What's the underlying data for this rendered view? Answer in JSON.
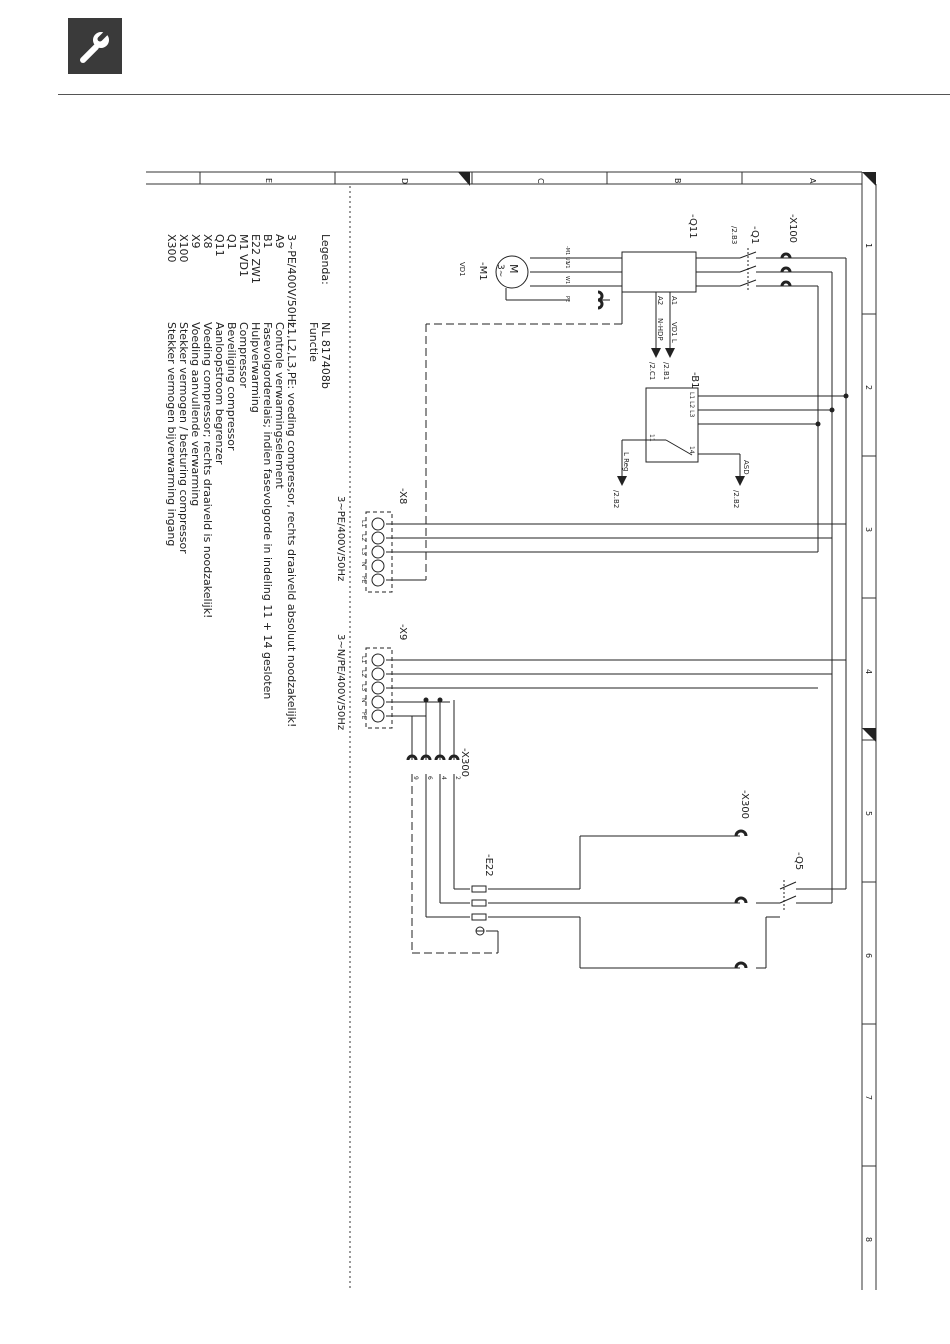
{
  "header": {
    "icon": "wrench-icon"
  },
  "frame": {
    "row_letters": [
      "A",
      "B",
      "C",
      "D",
      "E"
    ],
    "column_numbers": [
      "1",
      "2",
      "3",
      "4",
      "5",
      "6",
      "7",
      "8"
    ]
  },
  "labels": {
    "x100": "-X100",
    "q1": "-Q1",
    "q1_ref": "/2.B3",
    "q11": "-Q11",
    "m1": "-M1",
    "m1_vd": "VD1",
    "motor_m": "M",
    "motor_phase": "3~",
    "a1": "A1",
    "a2": "A2",
    "vd1l": "VD1 L",
    "nhdp": "N-HDP",
    "ref_2b1": "/2.B1",
    "ref_2c1": "/2.C1",
    "b1": "-B1",
    "b1_pins": "L1  L2  L3",
    "b1_pin11": "11",
    "b1_pin14": "14",
    "asd": "ASD",
    "ref_2b2": "/2.B2",
    "lreg": "L Reg",
    "ref_2b2b": "/2.B2",
    "x8": "-X8",
    "x8_supply": "3~PE/400V/50Hz",
    "x9": "-X9",
    "x9_supply": "3~N/PE/400V/50Hz",
    "x300a": "-X300",
    "x300a_pins": [
      "2",
      "4",
      "6",
      "9"
    ],
    "x300b": "-X300",
    "q5": "-Q5",
    "e22": "-E22",
    "term_l1": "L1",
    "term_l2": "L2",
    "term_l3": "L3",
    "term_n": "N",
    "term_pe": "PE",
    "m1_pins": [
      "-M1 U1",
      "V1",
      "W1",
      "PE"
    ]
  },
  "legend": {
    "title": "Legenda:",
    "doc_number": "NL 817408b",
    "function_header": "Functie",
    "entries": [
      {
        "code": "3~PE/400V/50Hz",
        "text": "L1,L2,L3,PE: voeding compressor, rechts draaiveld absoluut noodzakelijk!"
      },
      {
        "code": "A9",
        "text": "Controle verwarmingselement"
      },
      {
        "code": "B1",
        "text": "Fasevolgorderelais; indien fasevolgorde in indeling 11 + 14 gesloten"
      },
      {
        "code": "E22   ZW1",
        "text": "Hulpverwarming"
      },
      {
        "code": "M1      VD1",
        "text": "Compressor"
      },
      {
        "code": "Q1",
        "text": "Beveiliging compressor"
      },
      {
        "code": "Q11",
        "text": "Aanloopstroom begrenzer"
      },
      {
        "code": "X8",
        "text": "Voeding compressor; rechts draaiveld is noodzakelijk!"
      },
      {
        "code": "X9",
        "text": "Voeding aanvullende verwarming"
      },
      {
        "code": "X100",
        "text": "Stekker vermogen / besturing compressor"
      },
      {
        "code": "X300",
        "text": "Stekker vermogen bijverwarming ingang"
      }
    ]
  }
}
